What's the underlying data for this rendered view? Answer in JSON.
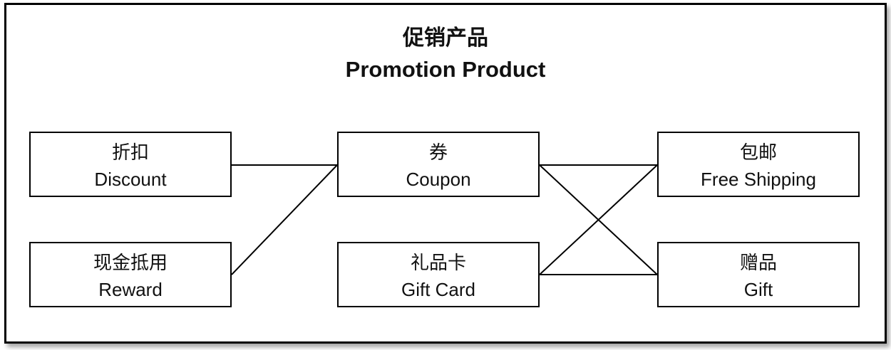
{
  "diagram": {
    "title_cn": "促销产品",
    "title_en": "Promotion Product",
    "nodes": [
      {
        "id": "discount",
        "cn": "折扣",
        "en": "Discount"
      },
      {
        "id": "reward",
        "cn": "现金抵用",
        "en": "Reward"
      },
      {
        "id": "coupon",
        "cn": "券",
        "en": "Coupon"
      },
      {
        "id": "giftcard",
        "cn": "礼品卡",
        "en": "Gift Card"
      },
      {
        "id": "shipping",
        "cn": "包邮",
        "en": "Free Shipping"
      },
      {
        "id": "gift",
        "cn": "赠品",
        "en": "Gift"
      }
    ],
    "edges": [
      {
        "from": "discount",
        "to": "coupon"
      },
      {
        "from": "reward",
        "to": "coupon"
      },
      {
        "from": "coupon",
        "to": "shipping"
      },
      {
        "from": "coupon",
        "to": "gift"
      },
      {
        "from": "giftcard",
        "to": "shipping"
      },
      {
        "from": "giftcard",
        "to": "gift"
      }
    ]
  }
}
